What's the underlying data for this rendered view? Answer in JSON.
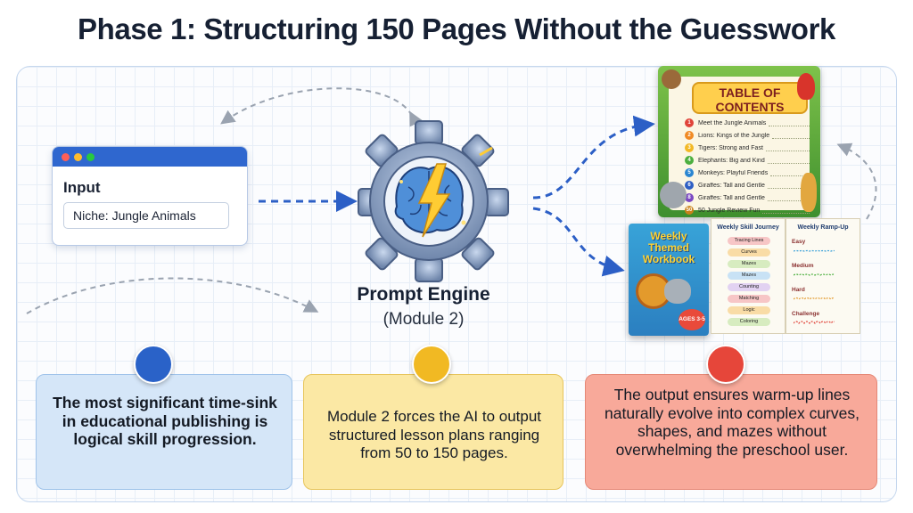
{
  "title": "Phase 1: Structuring 150 Pages Without the Guesswork",
  "input_window": {
    "label": "Input",
    "field_value": "Niche: Jungle Animals"
  },
  "engine": {
    "title": "Prompt Engine",
    "subtitle": "(Module 2)"
  },
  "toc": {
    "title": "TABLE OF CONTENTS",
    "items": [
      {
        "num": "1",
        "text": "Meet the Jungle Animals",
        "color": "#e0443a"
      },
      {
        "num": "2",
        "text": "Lions: Kings of the Jungle",
        "color": "#f08a24"
      },
      {
        "num": "3",
        "text": "Tigers: Strong and Fast",
        "color": "#f2b824"
      },
      {
        "num": "4",
        "text": "Elephants: Big and Kind",
        "color": "#4caf3f"
      },
      {
        "num": "5",
        "text": "Monkeys: Playful Friends",
        "color": "#2a86d1"
      },
      {
        "num": "6",
        "text": "Giraffes: Tall and Gentle",
        "color": "#2e5fc4"
      },
      {
        "num": "8",
        "text": "Giraffes: Tall and Gentle",
        "color": "#7b48c2"
      },
      {
        "num": "50",
        "text": "50 Jungle Review Fun",
        "color": "#c9821b"
      }
    ]
  },
  "workbook": {
    "cover_title": "Weekly Themed Workbook",
    "cover_age": "AGES 3-5",
    "journey_title": "Weekly Skill Journey",
    "journey_items": [
      {
        "text": "Tracing Lines",
        "color": "#f7c6c6"
      },
      {
        "text": "Curves",
        "color": "#f9dca6"
      },
      {
        "text": "Mazes",
        "color": "#d7ecc0"
      },
      {
        "text": "Mazes",
        "color": "#c8e2f5"
      },
      {
        "text": "Counting",
        "color": "#e2d2f2"
      },
      {
        "text": "Matching",
        "color": "#f7c6c6"
      },
      {
        "text": "Logic",
        "color": "#f9dca6"
      },
      {
        "text": "Coloring",
        "color": "#d7ecc0"
      }
    ],
    "rampup_title": "Weekly Ramp-Up",
    "levels": [
      "Easy",
      "Medium",
      "Hard",
      "Challenge"
    ]
  },
  "cards": {
    "left": "The most significant time-sink in educational publishing is logical skill progression.",
    "middle": "Module 2 forces the AI to output structured lesson plans ranging from 50 to 150 pages.",
    "right": "The output ensures warm-up lines naturally evolve into complex curves, shapes, and mazes without overwhelming the preschool user."
  },
  "colors": {
    "accent_blue": "#2f67cf",
    "card_blue": "#d5e6f8",
    "card_yellow": "#fbe8a4",
    "card_red": "#f8a99a",
    "arrow_blue": "#2c5fc6"
  },
  "icons": {
    "engine": "brain-gear-lightning-icon",
    "left_badge": "stopwatch-icon",
    "middle_badge": "ai-chip-icon",
    "right_badge": "trend-up-icon"
  }
}
